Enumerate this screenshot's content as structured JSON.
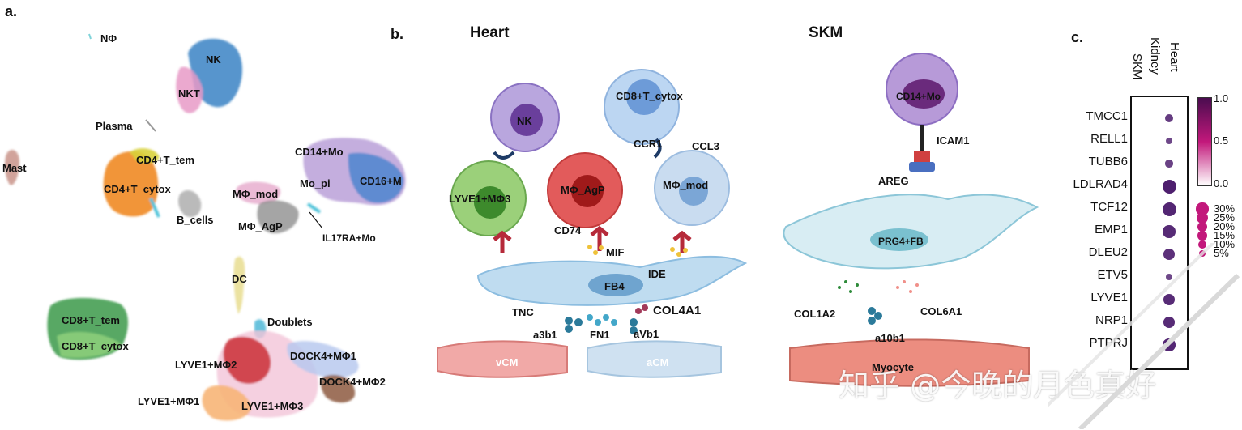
{
  "panels": {
    "a": {
      "letter": "a.",
      "clusters": [
        "NΦ",
        "NK",
        "NKT",
        "Plasma",
        "Mast",
        "CD4+T_tem",
        "CD4+T_cytox",
        "CD14+Mo",
        "CD16+M",
        "Mo_pi",
        "MΦ_mod",
        "MΦ_AgP",
        "B_cells",
        "IL17RA+Mo",
        "DC",
        "Doublets",
        "CD8+T_tem",
        "CD8+T_cytox",
        "DOCK4+MΦ1",
        "DOCK4+MΦ2",
        "LYVE1+MΦ2",
        "LYVE1+MΦ1",
        "LYVE1+MΦ3"
      ]
    },
    "b": {
      "letter": "b.",
      "heart_title": "Heart",
      "skm_title": "SKM",
      "heart_cells": [
        "NK",
        "CD8+T_cytox",
        "LYVE1+MΦ3",
        "MΦ_AgP",
        "MΦ_mod",
        "FB4",
        "vCM",
        "aCM"
      ],
      "heart_labels": [
        "CCR1",
        "CCL3",
        "CD74",
        "MIF",
        "IDE",
        "TNC",
        "COL4A1",
        "a3b1",
        "FN1",
        "aVb1"
      ],
      "skm_cells": [
        "CD14+Mo",
        "PRG4+FB",
        "Myocyte"
      ],
      "skm_labels": [
        "ICAM1",
        "AREG",
        "COL1A2",
        "COL6A1",
        "a10b1"
      ]
    },
    "c": {
      "letter": "c.",
      "columns": [
        "SKM",
        "Kidney",
        "Heart"
      ],
      "genes": [
        "TMCC1",
        "RELL1",
        "TUBB6",
        "LDLRAD4",
        "TCF12",
        "EMP1",
        "DLEU2",
        "ETV5",
        "LYVE1",
        "NRP1",
        "PTPRJ"
      ],
      "heart_fraction_pct": [
        8,
        4,
        5,
        25,
        25,
        20,
        18,
        3,
        16,
        18,
        20
      ],
      "heart_expression": [
        0.7,
        0.6,
        0.65,
        0.95,
        0.9,
        0.85,
        0.8,
        0.6,
        0.85,
        0.85,
        0.9
      ],
      "colorbar_ticks": [
        "1.0",
        "0.5",
        "0.0"
      ],
      "size_legend": [
        "30%",
        "25%",
        "20%",
        "15%",
        "10%",
        "5%"
      ]
    }
  },
  "watermark": "知乎 @今晚的月色真好",
  "colors": {
    "dot": "#4a1a6b",
    "size_legend": "#c2187b",
    "cmap_top": "#4a0c4f",
    "cmap_mid": "#c2187b",
    "cmap_low": "#ffffff"
  }
}
